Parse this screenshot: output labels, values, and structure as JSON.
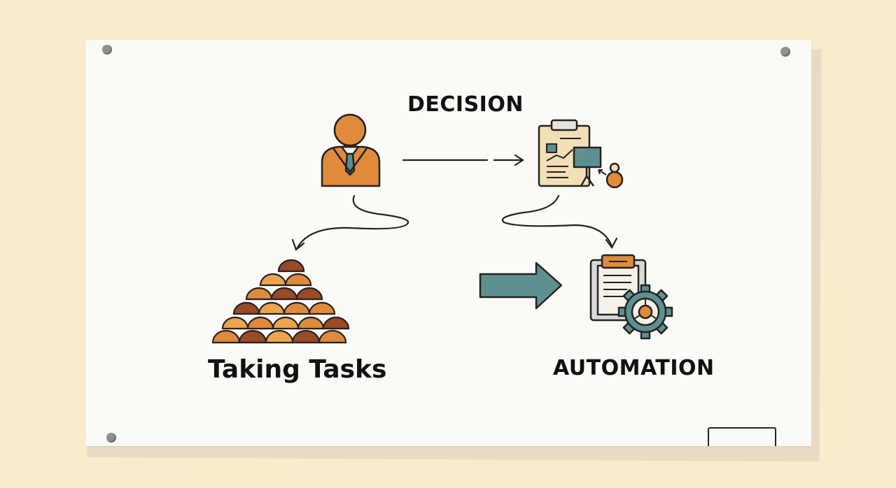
{
  "diagram": {
    "decision_label": "DECISION",
    "tasks_label": "Taking Tasks",
    "automation_label": "AUTOMATION"
  },
  "colors": {
    "background": "#f9ebcc",
    "paper": "#fbfaf6",
    "orange": "#e08a3c",
    "light_orange": "#eaa54e",
    "brown": "#9a4a25",
    "teal": "#5e908f",
    "outline": "#222222"
  },
  "icons": [
    "businessman-icon",
    "clipboard-report-icon",
    "stone-pile-icon",
    "right-arrow-icon",
    "document-gear-icon"
  ]
}
